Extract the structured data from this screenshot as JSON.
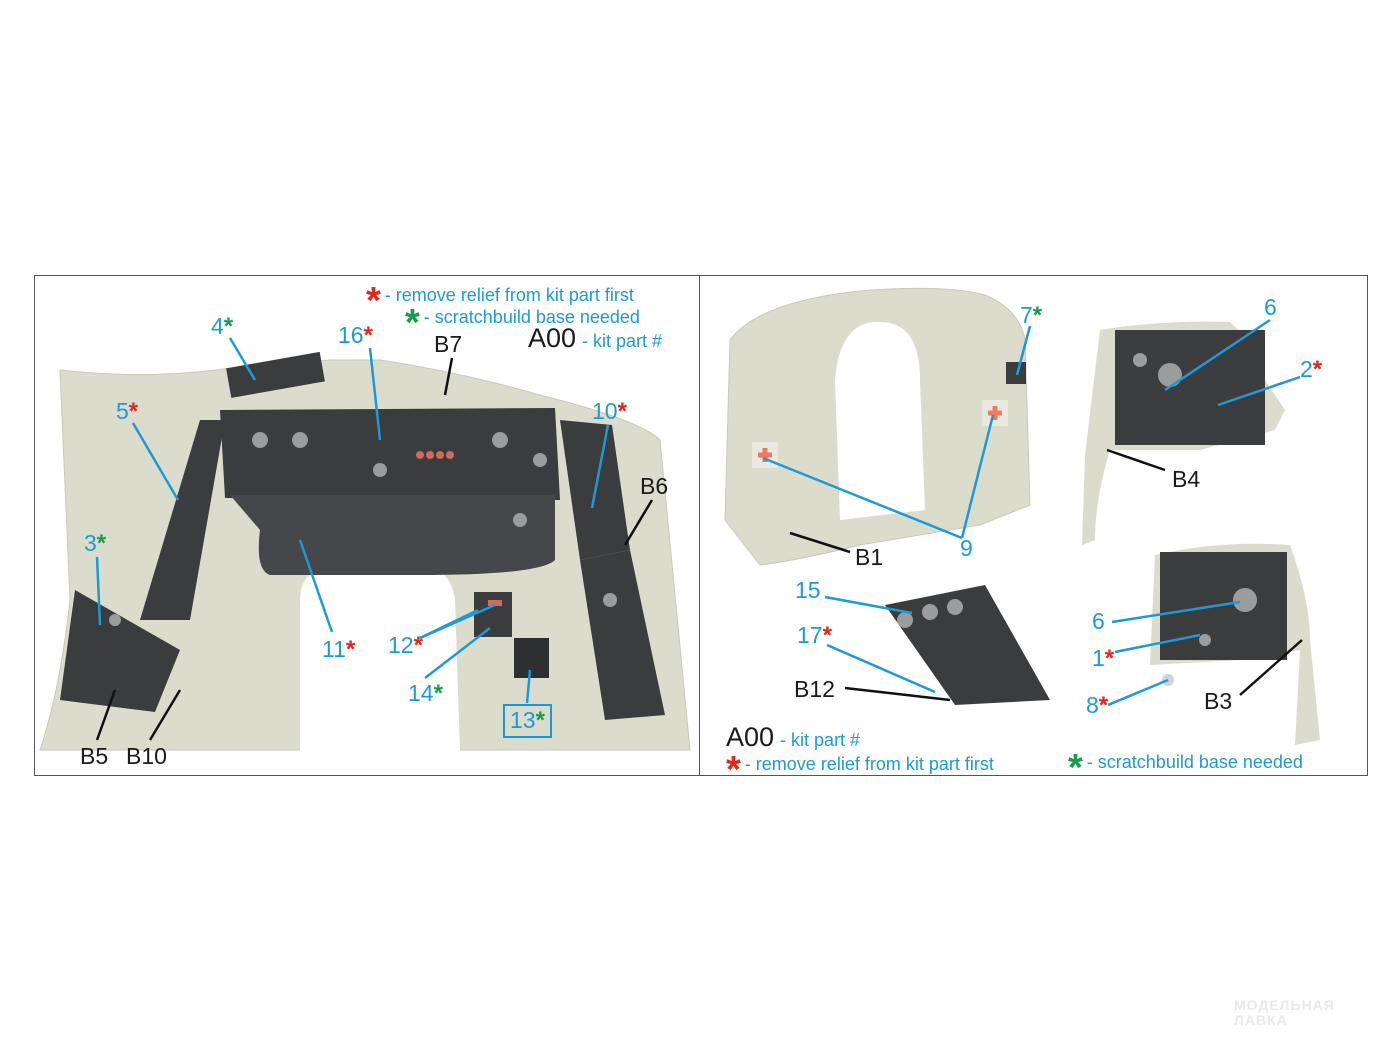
{
  "legend": {
    "red_marker": "*",
    "green_marker": "*",
    "remove_relief": "- remove relief from kit part first",
    "scratchbuild": "- scratchbuild base needed",
    "kit_part_code": "A00",
    "kit_part_text": "- kit part #"
  },
  "left_panel": {
    "callouts": [
      {
        "num": "4",
        "mark": "*",
        "mark_color": "green"
      },
      {
        "num": "16",
        "mark": "*",
        "mark_color": "red"
      },
      {
        "num": "5",
        "mark": "*",
        "mark_color": "red"
      },
      {
        "num": "10",
        "mark": "*",
        "mark_color": "red"
      },
      {
        "num": "3",
        "mark": "*",
        "mark_color": "green"
      },
      {
        "num": "11",
        "mark": "*",
        "mark_color": "red"
      },
      {
        "num": "12",
        "mark": "*",
        "mark_color": "red"
      },
      {
        "num": "14",
        "mark": "*",
        "mark_color": "green"
      },
      {
        "num": "13",
        "mark": "*",
        "mark_color": "green"
      }
    ],
    "kit_parts": [
      "B7",
      "B6",
      "B5",
      "B10"
    ]
  },
  "right_panel": {
    "callouts": [
      {
        "num": "7",
        "mark": "*",
        "mark_color": "green"
      },
      {
        "num": "6",
        "mark": "",
        "mark_color": ""
      },
      {
        "num": "2",
        "mark": "*",
        "mark_color": "red"
      },
      {
        "num": "9",
        "mark": "",
        "mark_color": ""
      },
      {
        "num": "15",
        "mark": "",
        "mark_color": ""
      },
      {
        "num": "17",
        "mark": "*",
        "mark_color": "red"
      },
      {
        "num": "6",
        "mark": "",
        "mark_color": ""
      },
      {
        "num": "1",
        "mark": "*",
        "mark_color": "red"
      },
      {
        "num": "8",
        "mark": "*",
        "mark_color": "red"
      }
    ],
    "kit_parts": [
      "B4",
      "B1",
      "B12",
      "B3"
    ]
  },
  "watermark": {
    "line1": "МОДЕЛЬНАЯ",
    "line2": "ЛАВКА"
  },
  "colors": {
    "callout": "#1d9ad6",
    "remove_relief": "#e3261d",
    "scratchbuild": "#169c4a",
    "resin": "#dcdccd",
    "panel": "#3b3c3d"
  }
}
